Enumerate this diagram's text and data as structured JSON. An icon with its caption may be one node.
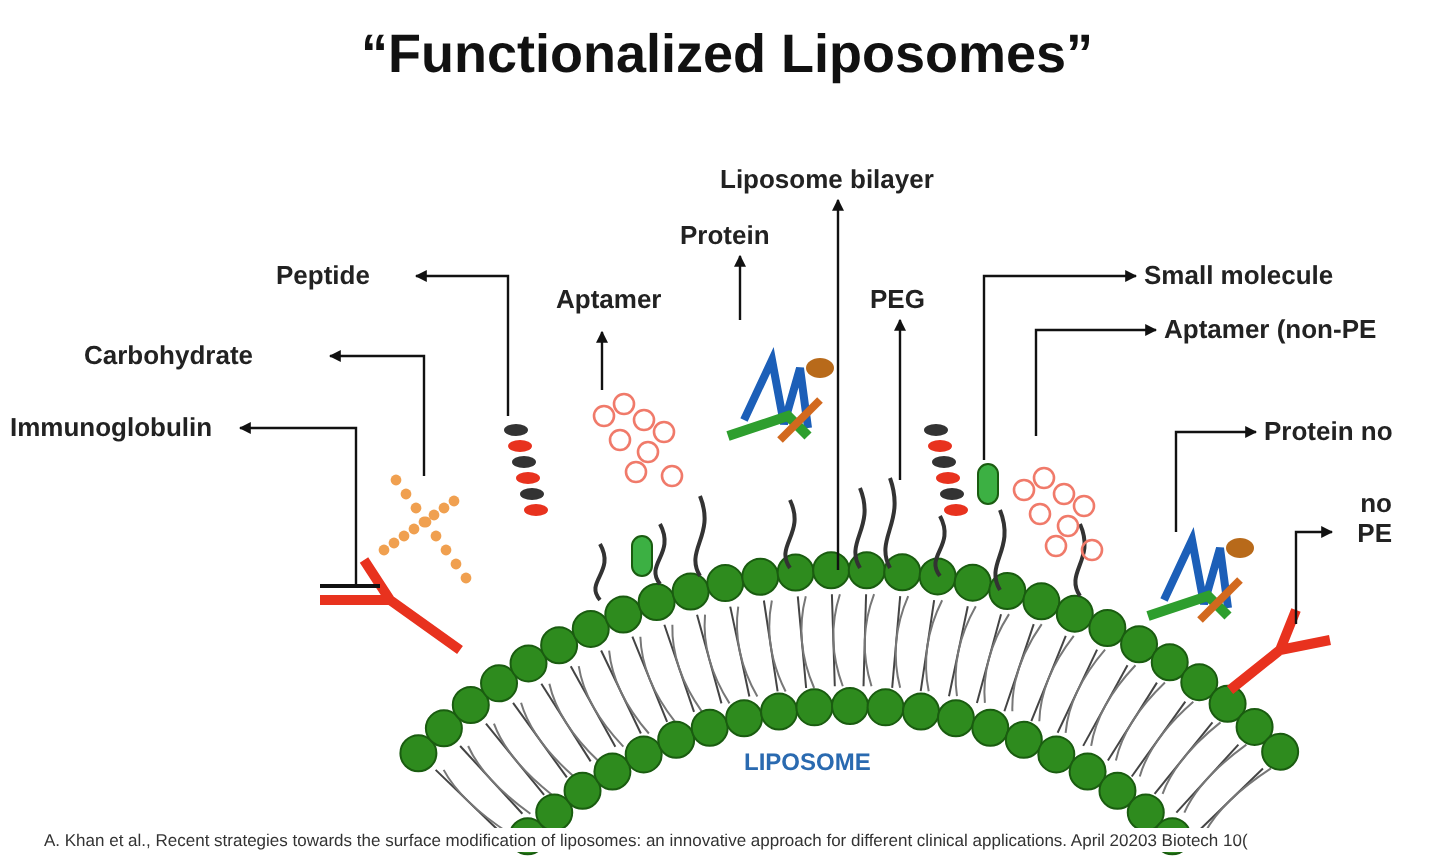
{
  "diagram": {
    "title": "“Functionalized Liposomes”",
    "caption": "A. Khan et al., Recent strategies towards the surface modification of liposomes: an innovative approach for different clinical applications. April 20203 Biotech 10(",
    "nodes": [
      {
        "text": [
          "Immunoglobulin"
        ]
      },
      {
        "text": [
          "Carbohydrate"
        ]
      },
      {
        "text": [
          "Peptide"
        ]
      },
      {
        "text": [
          "Aptamer"
        ]
      },
      {
        "text": [
          "Protein"
        ]
      },
      {
        "text": [
          "Liposome bilayer"
        ]
      },
      {
        "text": [
          "PEG"
        ]
      },
      {
        "text": [
          "Small molecule"
        ]
      },
      {
        "text": [
          "Aptamer (non-PE"
        ]
      },
      {
        "text": [
          "Protein no"
        ]
      },
      {
        "text": [
          "no PE"
        ]
      }
    ],
    "edges": [
      {
        "from": null,
        "to": 0,
        "arrow": "to"
      },
      {
        "from": null,
        "to": 1,
        "arrow": "to"
      },
      {
        "from": null,
        "to": 2,
        "arrow": "to"
      },
      {
        "from": null,
        "to": 3,
        "arrow": "to"
      },
      {
        "from": null,
        "to": 4,
        "arrow": "to"
      },
      {
        "from": null,
        "to": 5,
        "arrow": "to"
      },
      {
        "from": null,
        "to": 6,
        "arrow": "to"
      },
      {
        "from": null,
        "to": 7,
        "arrow": "to"
      },
      {
        "from": null,
        "to": 8,
        "arrow": "to"
      },
      {
        "from": null,
        "to": 9,
        "arrow": "to"
      },
      {
        "from": null,
        "to": 10,
        "arrow": "to"
      }
    ],
    "labels": [
      "LIPOSOME"
    ]
  }
}
